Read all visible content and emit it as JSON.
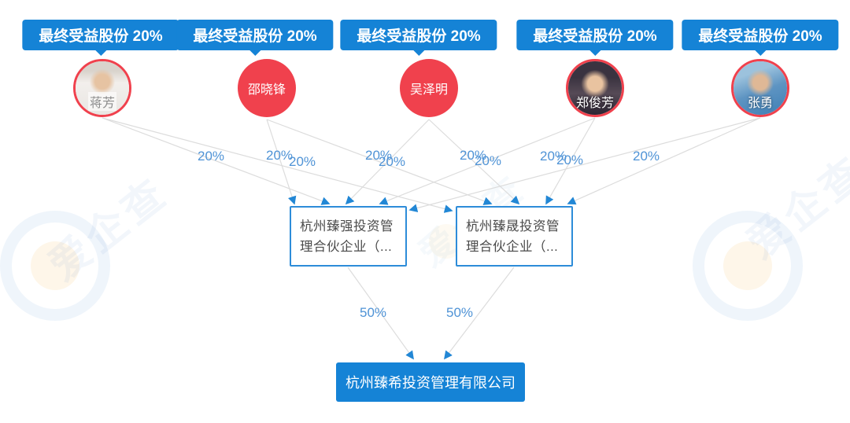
{
  "banners": [
    {
      "label": "最终受益股份 20%"
    },
    {
      "label": "最终受益股份 20%"
    },
    {
      "label": "最终受益股份 20%"
    },
    {
      "label": "最终受益股份 20%"
    },
    {
      "label": "最终受益股份 20%"
    }
  ],
  "persons": [
    {
      "name": "蒋芳",
      "type": "photo"
    },
    {
      "name": "邵晓锋",
      "type": "solid"
    },
    {
      "name": "吴泽明",
      "type": "solid"
    },
    {
      "name": "郑俊芳",
      "type": "photo"
    },
    {
      "name": "张勇",
      "type": "photo"
    }
  ],
  "partnerships": [
    {
      "name": "杭州臻强投资管理合伙企业（..."
    },
    {
      "name": "杭州臻晟投资管理合伙企业（..."
    }
  ],
  "company": {
    "name": "杭州臻希投资管理有限公司"
  },
  "ownership_edges": [
    {
      "from": "蒋芳",
      "to": "杭州臻强投资管理合伙企业（...",
      "label": "20%"
    },
    {
      "from": "蒋芳",
      "to": "杭州臻晟投资管理合伙企业（...",
      "label": "20%"
    },
    {
      "from": "邵晓锋",
      "to": "杭州臻强投资管理合伙企业（...",
      "label": "20%"
    },
    {
      "from": "邵晓锋",
      "to": "杭州臻晟投资管理合伙企业（...",
      "label": "20%"
    },
    {
      "from": "吴泽明",
      "to": "杭州臻强投资管理合伙企业（...",
      "label": "20%"
    },
    {
      "from": "吴泽明",
      "to": "杭州臻晟投资管理合伙企业（...",
      "label": "20%"
    },
    {
      "from": "郑俊芳",
      "to": "杭州臻强投资管理合伙企业（...",
      "label": "20%"
    },
    {
      "from": "郑俊芳",
      "to": "杭州臻晟投资管理合伙企业（...",
      "label": "20%"
    },
    {
      "from": "张勇",
      "to": "杭州臻强投资管理合伙企业（...",
      "label": "20%"
    },
    {
      "from": "张勇",
      "to": "杭州臻晟投资管理合伙企业（...",
      "label": "20%"
    }
  ],
  "investment_edges": [
    {
      "from": "杭州臻强投资管理合伙企业（...",
      "to": "杭州臻希投资管理有限公司",
      "label": "50%"
    },
    {
      "from": "杭州臻晟投资管理合伙企业（...",
      "to": "杭州臻希投资管理有限公司",
      "label": "50%"
    }
  ],
  "watermark": {
    "brand": "爱企查"
  },
  "colors": {
    "primary_blue": "#1583d6",
    "node_red": "#f0414d",
    "label_blue": "#4f93d6",
    "line_gray": "#dcdcdc",
    "box_border_blue": "#2d8cd9"
  }
}
